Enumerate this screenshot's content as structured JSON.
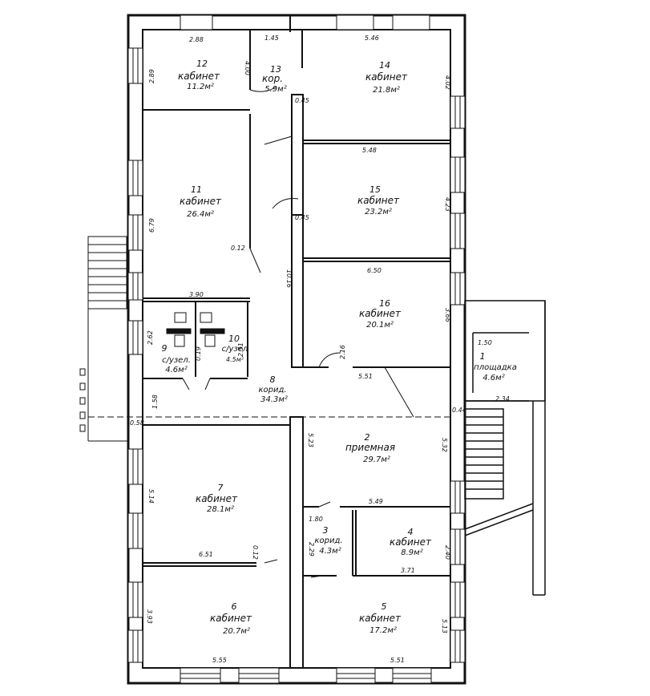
{
  "rooms": {
    "r12": {
      "num": "12",
      "name": "кабинет",
      "area": "11.2м²"
    },
    "r13": {
      "num": "13",
      "name": "кор.",
      "area": "5.9м²"
    },
    "r14": {
      "num": "14",
      "name": "кабинет",
      "area": "21.8м²"
    },
    "r11": {
      "num": "11",
      "name": "кабинет",
      "area": "26.4м²"
    },
    "r15": {
      "num": "15",
      "name": "кабинет",
      "area": "23.2м²"
    },
    "r16": {
      "num": "16",
      "name": "кабинет",
      "area": "20.1м²"
    },
    "r9": {
      "num": "9",
      "name": "с/узел.",
      "area": "4.6м²"
    },
    "r10": {
      "num": "10",
      "name": "с/узел",
      "area": "4.5м²"
    },
    "r8": {
      "num": "8",
      "name": "корид.",
      "area": "34.3м²"
    },
    "r1": {
      "num": "1",
      "name": "площадка",
      "area": "4.6м²"
    },
    "r2": {
      "num": "2",
      "name": "приемная",
      "area": "29.7м²"
    },
    "r7": {
      "num": "7",
      "name": "кабинет",
      "area": "28.1м²"
    },
    "r3": {
      "num": "3",
      "name": "корид.",
      "area": "4.3м²"
    },
    "r4": {
      "num": "4",
      "name": "кабинет",
      "area": "8.9м²"
    },
    "r6": {
      "num": "6",
      "name": "кабинет",
      "area": "20.7м²"
    },
    "r5": {
      "num": "5",
      "name": "кабинет",
      "area": "17.2м²"
    }
  },
  "dimensions": {
    "d_2_88": "2.88",
    "d_1_45": "1.45",
    "d_5_46": "5.46",
    "d_2_89": "2.89",
    "d_4_00": "4.00",
    "d_4_02": "4.02",
    "d_0_45a": "0.45",
    "d_5_48": "5.48",
    "d_6_79": "6.79",
    "d_4_23": "4.23",
    "d_0_45b": "0.45",
    "d_0_12": "0.12",
    "d_6_50": "6.50",
    "d_10_16": "10.16",
    "d_3_66": "3.66",
    "d_3_90": "3.90",
    "d_2_62": "2.62",
    "d_0_19": "0.19",
    "d_2_51": "2.51",
    "d_2_16": "2.16",
    "d_5_51a": "5.51",
    "d_1_50": "1.50",
    "d_2_34": "2.34",
    "d_1_58": "1.58",
    "d_0_44": "0.44",
    "d_0_58": "0.58",
    "d_5_23": "5.23",
    "d_5_32": "5.32",
    "d_5_14": "5.14",
    "d_5_49": "5.49",
    "d_1_80": "1.80",
    "d_6_51": "6.51",
    "d_0_12b": "0.12",
    "d_2_29": "2.29",
    "d_2_40": "2.40",
    "d_3_71": "3.71",
    "d_3_93": "3.93",
    "d_5_13": "5.13",
    "d_5_55": "5.55",
    "d_5_51b": "5.51"
  }
}
